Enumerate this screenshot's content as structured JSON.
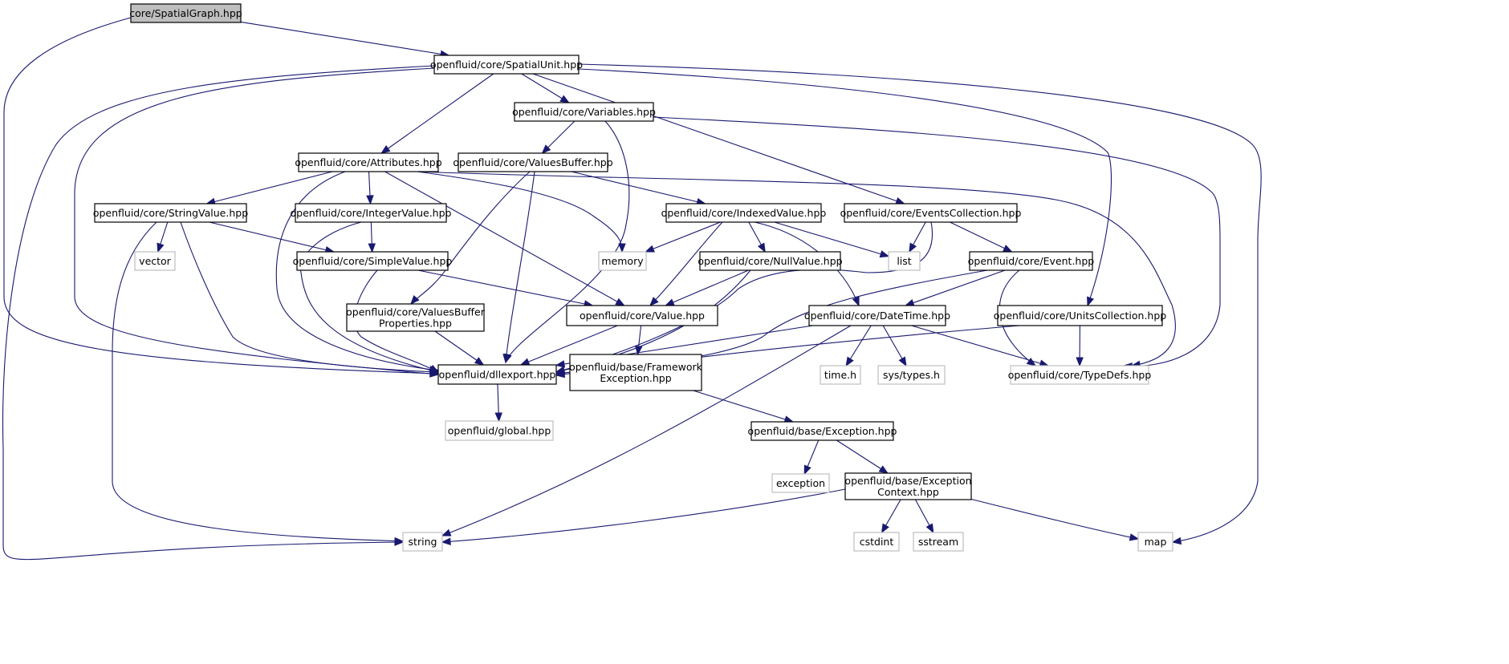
{
  "graph": {
    "title": "Include dependency graph",
    "colors": {
      "edge": "#191970",
      "root_fill": "#bfbfbf",
      "internal_border": "#000000",
      "external_border": "#bfbfbf"
    },
    "nodes": [
      {
        "id": "spatialgraph",
        "kind": "root",
        "lines": [
          "core/SpatialGraph.hpp"
        ]
      },
      {
        "id": "spatialunit",
        "kind": "internal",
        "lines": [
          "openfluid/core/SpatialUnit.hpp"
        ]
      },
      {
        "id": "variables",
        "kind": "internal",
        "lines": [
          "openfluid/core/Variables.hpp"
        ]
      },
      {
        "id": "attributes",
        "kind": "internal",
        "lines": [
          "openfluid/core/Attributes.hpp"
        ]
      },
      {
        "id": "valuesbuffer",
        "kind": "internal",
        "lines": [
          "openfluid/core/ValuesBuffer.hpp"
        ]
      },
      {
        "id": "stringvalue",
        "kind": "internal",
        "lines": [
          "openfluid/core/StringValue.hpp"
        ]
      },
      {
        "id": "integervalue",
        "kind": "internal",
        "lines": [
          "openfluid/core/IntegerValue.hpp"
        ]
      },
      {
        "id": "indexedvalue",
        "kind": "internal",
        "lines": [
          "openfluid/core/IndexedValue.hpp"
        ]
      },
      {
        "id": "eventscollection",
        "kind": "internal",
        "lines": [
          "openfluid/core/EventsCollection.hpp"
        ]
      },
      {
        "id": "vector",
        "kind": "external",
        "lines": [
          "vector"
        ]
      },
      {
        "id": "simplevalue",
        "kind": "internal",
        "lines": [
          "openfluid/core/SimpleValue.hpp"
        ]
      },
      {
        "id": "memory",
        "kind": "external",
        "lines": [
          "memory"
        ]
      },
      {
        "id": "nullvalue",
        "kind": "internal",
        "lines": [
          "openfluid/core/NullValue.hpp"
        ]
      },
      {
        "id": "list",
        "kind": "external",
        "lines": [
          "list"
        ]
      },
      {
        "id": "event",
        "kind": "internal",
        "lines": [
          "openfluid/core/Event.hpp"
        ]
      },
      {
        "id": "valuesbufferproperties",
        "kind": "internal",
        "lines": [
          "openfluid/core/ValuesBuffer",
          "Properties.hpp"
        ]
      },
      {
        "id": "value",
        "kind": "internal",
        "lines": [
          "openfluid/core/Value.hpp"
        ]
      },
      {
        "id": "datetime",
        "kind": "internal",
        "lines": [
          "openfluid/core/DateTime.hpp"
        ]
      },
      {
        "id": "unitscollection",
        "kind": "internal",
        "lines": [
          "openfluid/core/UnitsCollection.hpp"
        ]
      },
      {
        "id": "dllexport",
        "kind": "internal",
        "lines": [
          "openfluid/dllexport.hpp"
        ]
      },
      {
        "id": "frameworkexception",
        "kind": "internal",
        "lines": [
          "openfluid/base/Framework",
          "Exception.hpp"
        ]
      },
      {
        "id": "timeh",
        "kind": "external",
        "lines": [
          "time.h"
        ]
      },
      {
        "id": "systypes",
        "kind": "external",
        "lines": [
          "sys/types.h"
        ]
      },
      {
        "id": "typedefs",
        "kind": "external",
        "lines": [
          "openfluid/core/TypeDefs.hpp"
        ]
      },
      {
        "id": "global",
        "kind": "external",
        "lines": [
          "openfluid/global.hpp"
        ]
      },
      {
        "id": "exception_hpp",
        "kind": "internal",
        "lines": [
          "openfluid/base/Exception.hpp"
        ]
      },
      {
        "id": "exception_std",
        "kind": "external",
        "lines": [
          "exception"
        ]
      },
      {
        "id": "exceptioncontext",
        "kind": "internal",
        "lines": [
          "openfluid/base/Exception",
          "Context.hpp"
        ]
      },
      {
        "id": "string",
        "kind": "external",
        "lines": [
          "string"
        ]
      },
      {
        "id": "cstdint",
        "kind": "external",
        "lines": [
          "cstdint"
        ]
      },
      {
        "id": "sstream",
        "kind": "external",
        "lines": [
          "sstream"
        ]
      },
      {
        "id": "map",
        "kind": "external",
        "lines": [
          "map"
        ]
      }
    ],
    "edges": [
      [
        "spatialgraph",
        "spatialunit"
      ],
      [
        "spatialgraph",
        "dllexport"
      ],
      [
        "spatialunit",
        "variables"
      ],
      [
        "spatialunit",
        "attributes"
      ],
      [
        "spatialunit",
        "eventscollection"
      ],
      [
        "spatialunit",
        "unitscollection"
      ],
      [
        "spatialunit",
        "dllexport"
      ],
      [
        "spatialunit",
        "string"
      ],
      [
        "spatialunit",
        "map"
      ],
      [
        "variables",
        "valuesbuffer"
      ],
      [
        "variables",
        "dllexport"
      ],
      [
        "variables",
        "typedefs"
      ],
      [
        "attributes",
        "stringvalue"
      ],
      [
        "attributes",
        "integervalue"
      ],
      [
        "attributes",
        "value"
      ],
      [
        "attributes",
        "memory"
      ],
      [
        "attributes",
        "dllexport"
      ],
      [
        "attributes",
        "typedefs"
      ],
      [
        "valuesbuffer",
        "indexedvalue"
      ],
      [
        "valuesbuffer",
        "valuesbufferproperties"
      ],
      [
        "valuesbuffer",
        "dllexport"
      ],
      [
        "stringvalue",
        "vector"
      ],
      [
        "stringvalue",
        "simplevalue"
      ],
      [
        "stringvalue",
        "dllexport"
      ],
      [
        "stringvalue",
        "string"
      ],
      [
        "integervalue",
        "simplevalue"
      ],
      [
        "integervalue",
        "dllexport"
      ],
      [
        "indexedvalue",
        "memory"
      ],
      [
        "indexedvalue",
        "nullvalue"
      ],
      [
        "indexedvalue",
        "list"
      ],
      [
        "indexedvalue",
        "value"
      ],
      [
        "indexedvalue",
        "datetime"
      ],
      [
        "eventscollection",
        "list"
      ],
      [
        "eventscollection",
        "event"
      ],
      [
        "eventscollection",
        "dllexport"
      ],
      [
        "simplevalue",
        "value"
      ],
      [
        "simplevalue",
        "dllexport"
      ],
      [
        "nullvalue",
        "value"
      ],
      [
        "nullvalue",
        "dllexport"
      ],
      [
        "event",
        "datetime"
      ],
      [
        "event",
        "dllexport"
      ],
      [
        "event",
        "typedefs"
      ],
      [
        "valuesbufferproperties",
        "dllexport"
      ],
      [
        "value",
        "dllexport"
      ],
      [
        "value",
        "frameworkexception"
      ],
      [
        "datetime",
        "timeh"
      ],
      [
        "datetime",
        "systypes"
      ],
      [
        "datetime",
        "typedefs"
      ],
      [
        "datetime",
        "dllexport"
      ],
      [
        "datetime",
        "string"
      ],
      [
        "unitscollection",
        "typedefs"
      ],
      [
        "unitscollection",
        "dllexport"
      ],
      [
        "dllexport",
        "global"
      ],
      [
        "frameworkexception",
        "exception_hpp"
      ],
      [
        "exception_hpp",
        "exception_std"
      ],
      [
        "exception_hpp",
        "exceptioncontext"
      ],
      [
        "exceptioncontext",
        "string"
      ],
      [
        "exceptioncontext",
        "cstdint"
      ],
      [
        "exceptioncontext",
        "sstream"
      ],
      [
        "exceptioncontext",
        "map"
      ]
    ]
  }
}
